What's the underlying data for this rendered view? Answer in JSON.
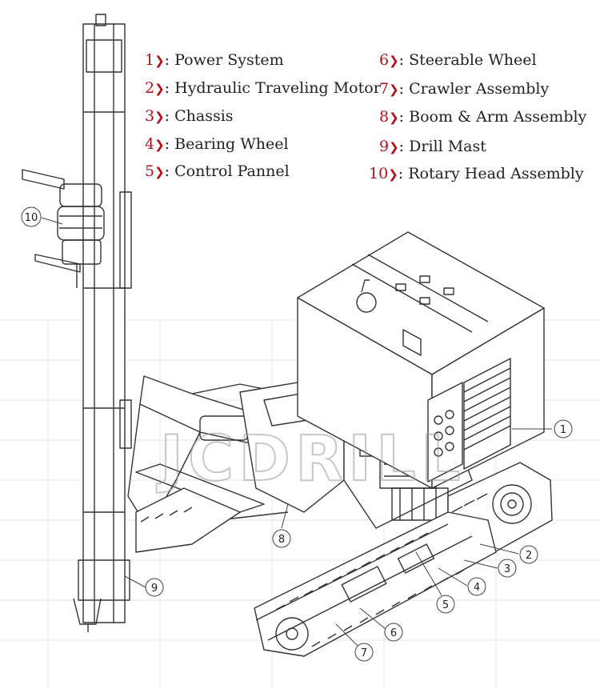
{
  "legend": [
    {
      "num": "1",
      "label": "Power System"
    },
    {
      "num": "2",
      "label": "Hydraulic Traveling Motor"
    },
    {
      "num": "3",
      "label": "Chassis"
    },
    {
      "num": "4",
      "label": "Bearing Wheel"
    },
    {
      "num": "5",
      "label": "Control Pannel"
    },
    {
      "num": "6",
      "label": "Steerable Wheel"
    },
    {
      "num": "7",
      "label": "Crawler Assembly"
    },
    {
      "num": "8",
      "label": "Boom & Arm Assembly"
    },
    {
      "num": "9",
      "label": "Drill Mast"
    },
    {
      "num": "10",
      "label": "Rotary Head Assembly"
    }
  ],
  "callouts": [
    "1",
    "2",
    "3",
    "4",
    "5",
    "6",
    "7",
    "8",
    "9",
    "10"
  ],
  "watermark": "JCDRILL",
  "colors": {
    "accent": "#b3121b",
    "line": "#333333",
    "grid": "#e6e6e6"
  }
}
